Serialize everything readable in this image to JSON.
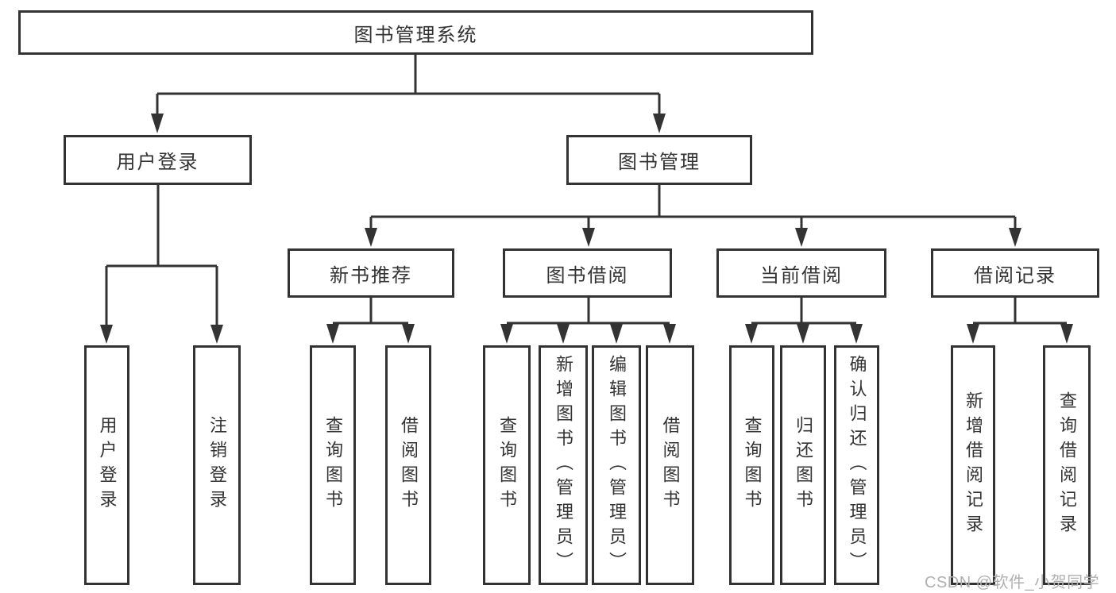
{
  "tree": {
    "root": {
      "label": "图书管理系统",
      "children": [
        {
          "label": "用户登录",
          "children": [
            {
              "label": "用户登录"
            },
            {
              "label": "注销登录"
            }
          ]
        },
        {
          "label": "图书管理",
          "children": [
            {
              "label": "新书推荐",
              "children": [
                {
                  "label": "查询图书"
                },
                {
                  "label": "借阅图书"
                }
              ]
            },
            {
              "label": "图书借阅",
              "children": [
                {
                  "label": "查询图书"
                },
                {
                  "label": "新增图书（管理员）"
                },
                {
                  "label": "编辑图书（管理员）"
                },
                {
                  "label": "借阅图书"
                }
              ]
            },
            {
              "label": "当前借阅",
              "children": [
                {
                  "label": "查询图书"
                },
                {
                  "label": "归还图书"
                },
                {
                  "label": "确认归还（管理员）"
                }
              ]
            },
            {
              "label": "借阅记录",
              "children": [
                {
                  "label": "新增借阅记录"
                },
                {
                  "label": "查询借阅记录"
                }
              ]
            }
          ]
        }
      ]
    }
  },
  "watermark": {
    "text": "CSDN @软件_小贺同学"
  },
  "colors": {
    "line": "#333333",
    "text": "#333333",
    "background": "#ffffff",
    "watermark": "#b0b0b0"
  }
}
